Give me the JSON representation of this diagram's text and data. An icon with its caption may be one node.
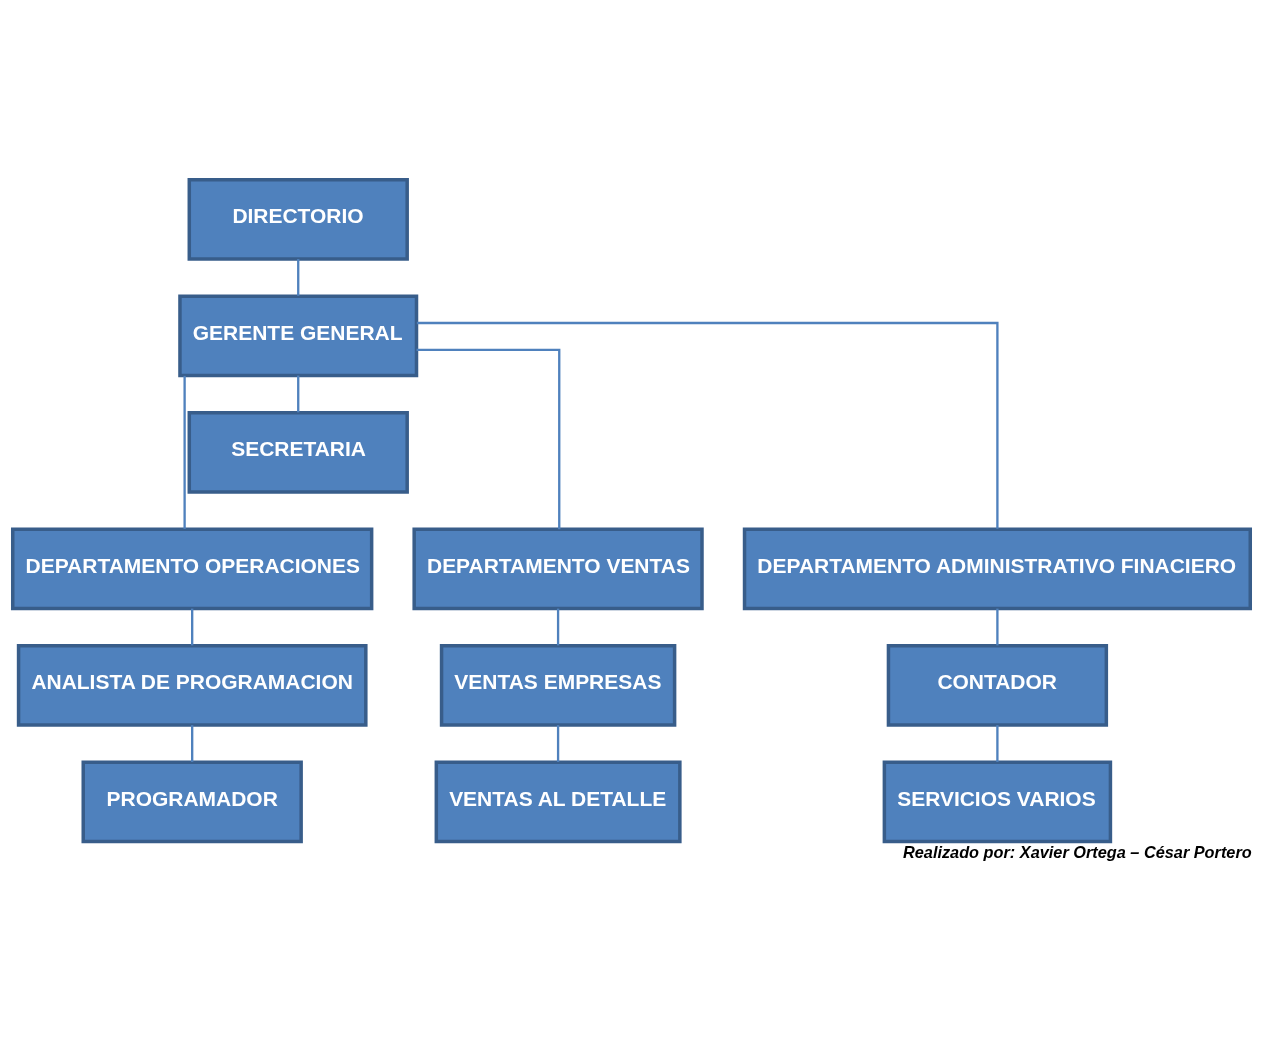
{
  "diagram": {
    "caption": "Realizado por: Xavier Ortega – César Portero",
    "nodes": [
      {
        "text": [
          "DIRECTORIO"
        ]
      },
      {
        "text": [
          "GERENTE GENERAL"
        ]
      },
      {
        "text": [
          "SECRETARIA"
        ]
      },
      {
        "text": [
          "DEPARTAMENTO OPERACIONES"
        ]
      },
      {
        "text": [
          "DEPARTAMENTO VENTAS"
        ]
      },
      {
        "text": [
          "DEPARTAMENTO ADMINISTRATIVO FINACIERO"
        ]
      },
      {
        "text": [
          "ANALISTA DE PROGRAMACION"
        ]
      },
      {
        "text": [
          "VENTAS EMPRESAS"
        ]
      },
      {
        "text": [
          "CONTADOR"
        ]
      },
      {
        "text": [
          "PROGRAMADOR"
        ]
      },
      {
        "text": [
          "VENTAS AL DETALLE"
        ]
      },
      {
        "text": [
          "SERVICIOS VARIOS"
        ]
      }
    ],
    "edges": [
      {
        "from": 0,
        "to": 1,
        "arrow": "none"
      },
      {
        "from": 1,
        "to": 2,
        "arrow": "none"
      },
      {
        "from": 1,
        "to": 3,
        "arrow": "none"
      },
      {
        "from": 1,
        "to": 4,
        "arrow": "none"
      },
      {
        "from": 1,
        "to": 5,
        "arrow": "none"
      },
      {
        "from": 3,
        "to": 6,
        "arrow": "none"
      },
      {
        "from": 6,
        "to": 9,
        "arrow": "none"
      },
      {
        "from": 4,
        "to": 7,
        "arrow": "none"
      },
      {
        "from": 7,
        "to": 10,
        "arrow": "none"
      },
      {
        "from": 5,
        "to": 8,
        "arrow": "none"
      },
      {
        "from": 8,
        "to": 11,
        "arrow": "none"
      }
    ]
  }
}
